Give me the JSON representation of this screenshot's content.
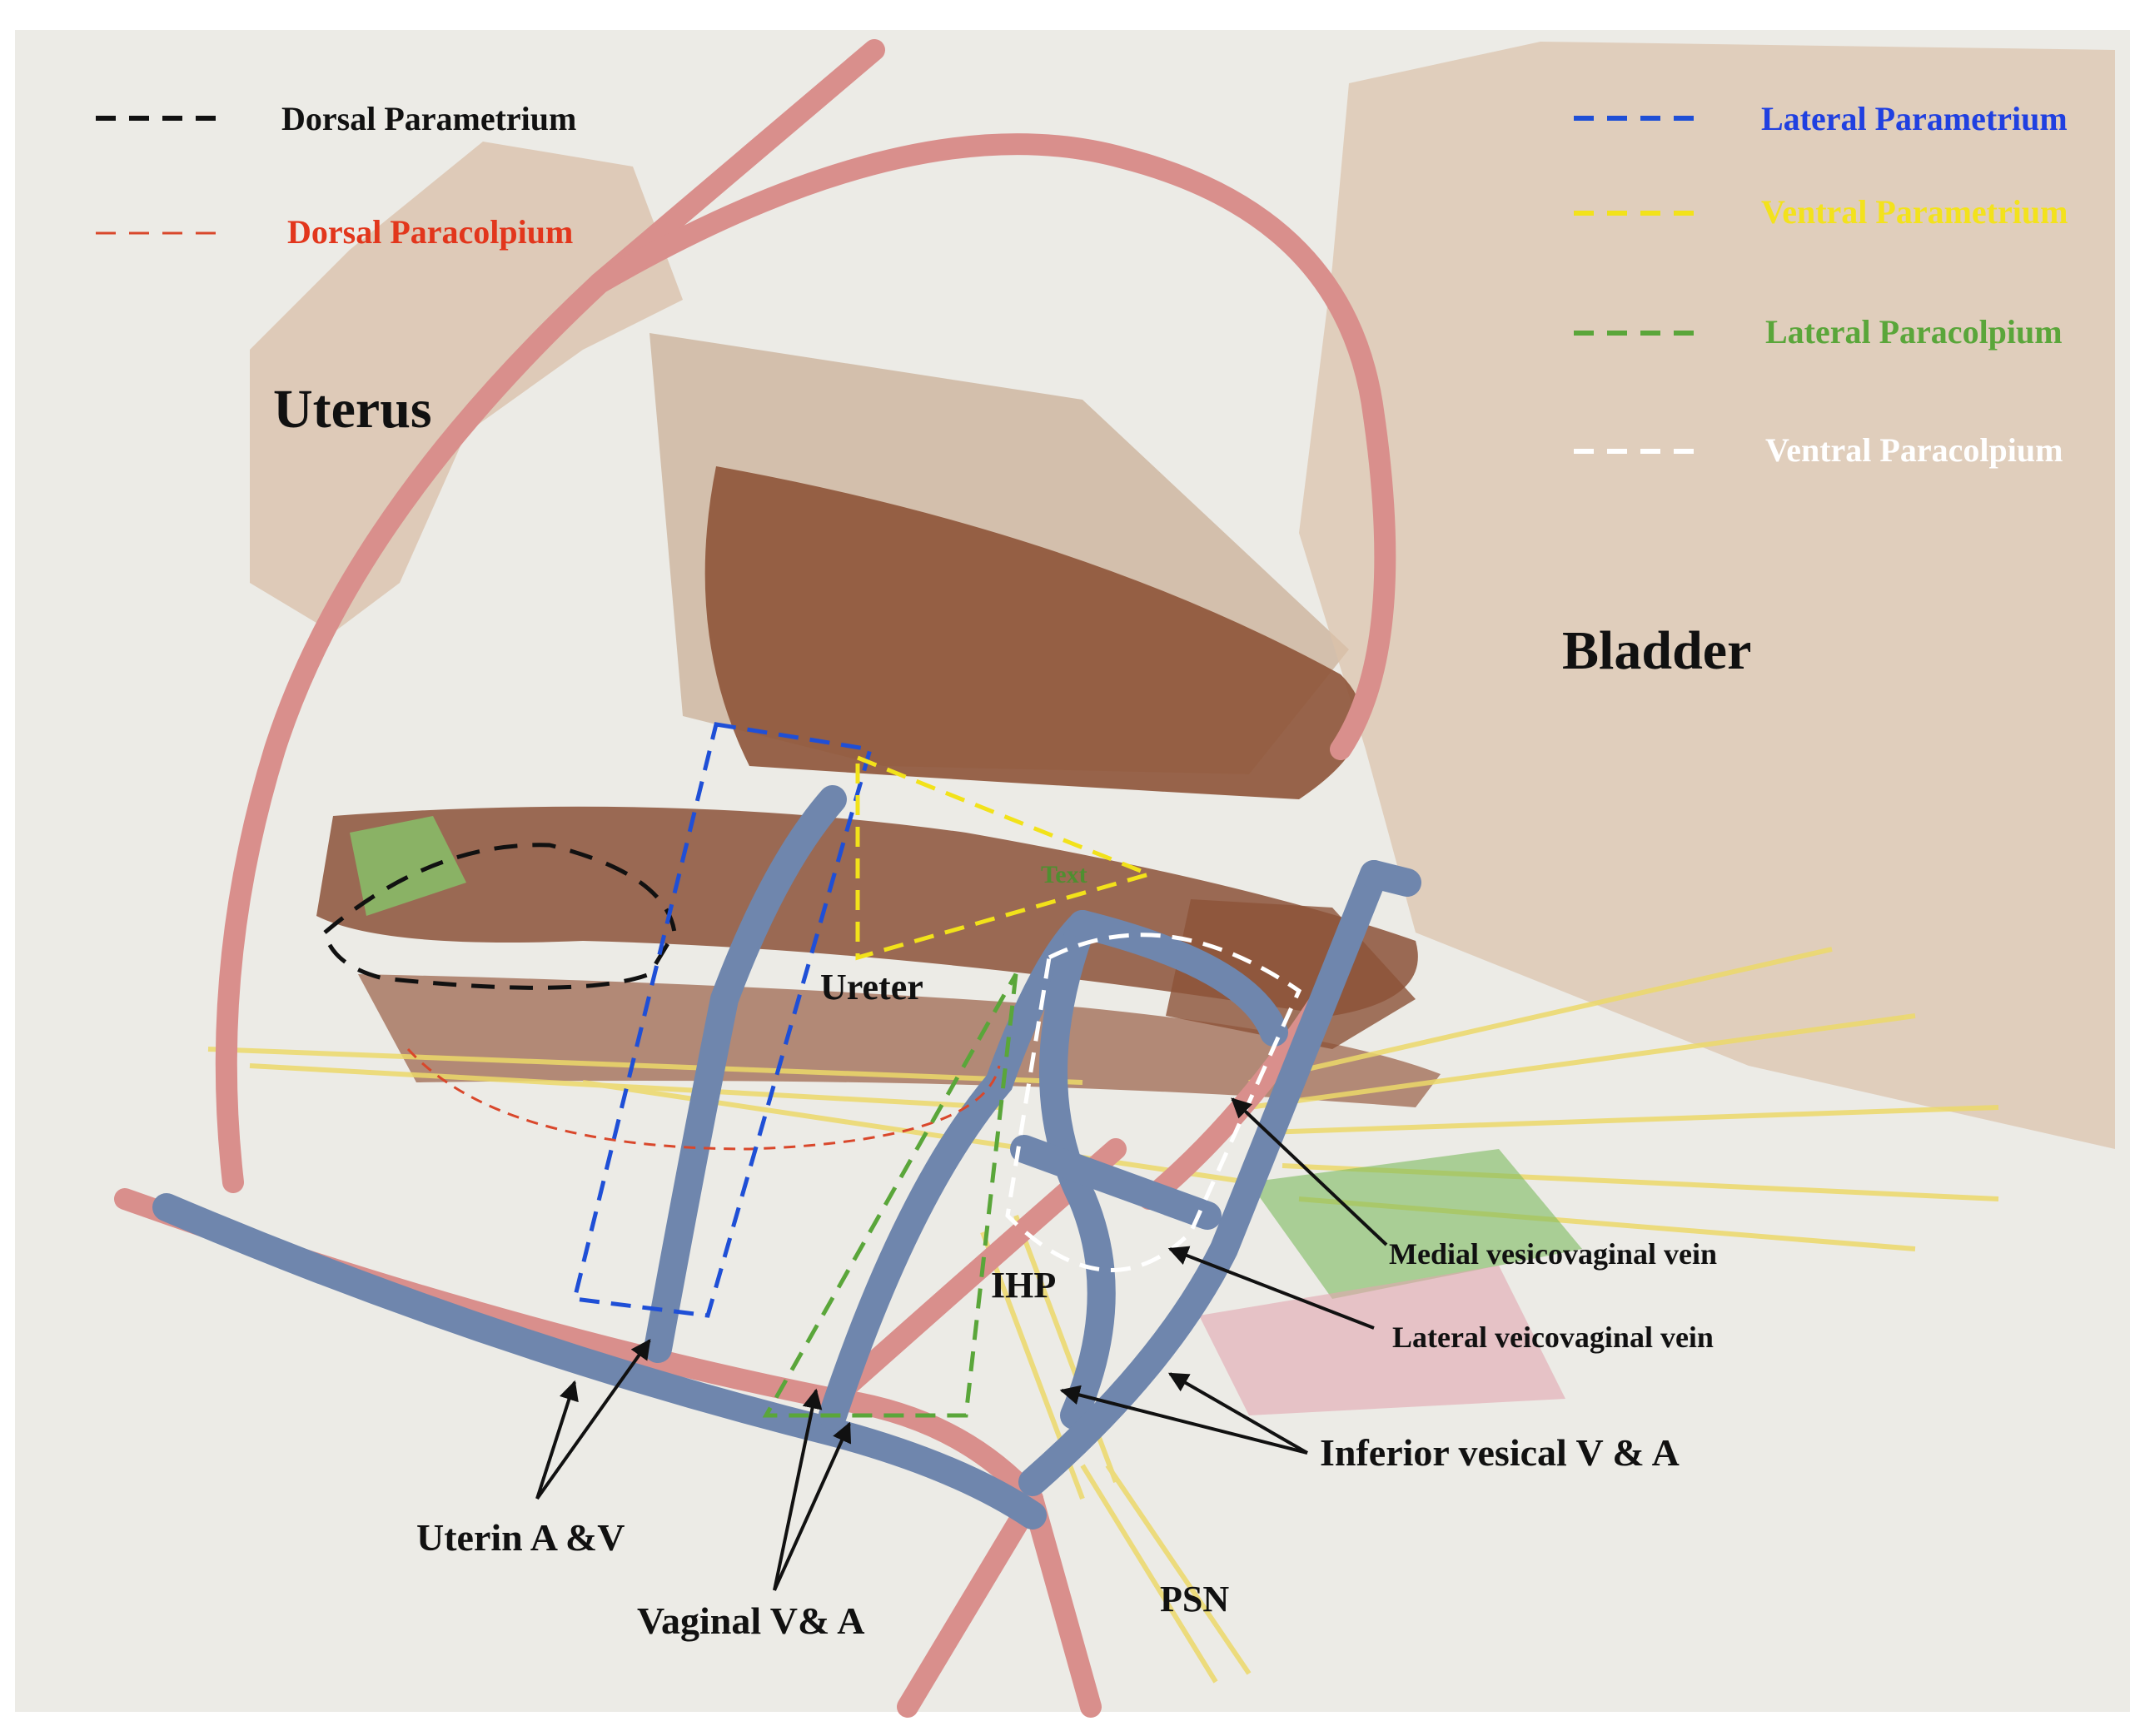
{
  "legend": [
    {
      "label": "Dorsal Parametrium",
      "color": "#111111",
      "text_color": "#111111"
    },
    {
      "label": "Dorsal Paracolpium",
      "color": "#d9472b",
      "text_color": "#e2361c"
    },
    {
      "label": "Lateral Parametrium",
      "color": "#1f4fd6",
      "text_color": "#2040e0"
    },
    {
      "label": "Ventral Parametrium",
      "color": "#f2e21a",
      "text_color": "#f3e21c"
    },
    {
      "label": "Lateral Paracolpium",
      "color": "#5aa63a",
      "text_color": "#5aa63a"
    },
    {
      "label": "Ventral Paracolpium",
      "color": "#ffffff",
      "text_color": "#ffffff"
    }
  ],
  "regions": {
    "uterus": "Uterus",
    "bladder": "Bladder",
    "ureter": "Ureter",
    "ihp": "IHP",
    "psn": "PSN",
    "text_mark": "Text"
  },
  "labels": {
    "medial_vesicovaginal": "Medial vesicovaginal vein",
    "lateral_vesicovaginal": "Lateral veicovaginal vein",
    "inferior_vesical": "Inferior vesical V & A",
    "uterine": "Uterin A &V",
    "vaginal": "Vaginal V& A"
  },
  "colors": {
    "paper": "#ecebe6",
    "artery": "#d98f8c",
    "vein": "#6f86ad",
    "muscle": "#8c5238",
    "tan": "#d2b49a",
    "nerve": "#ecd96a"
  }
}
